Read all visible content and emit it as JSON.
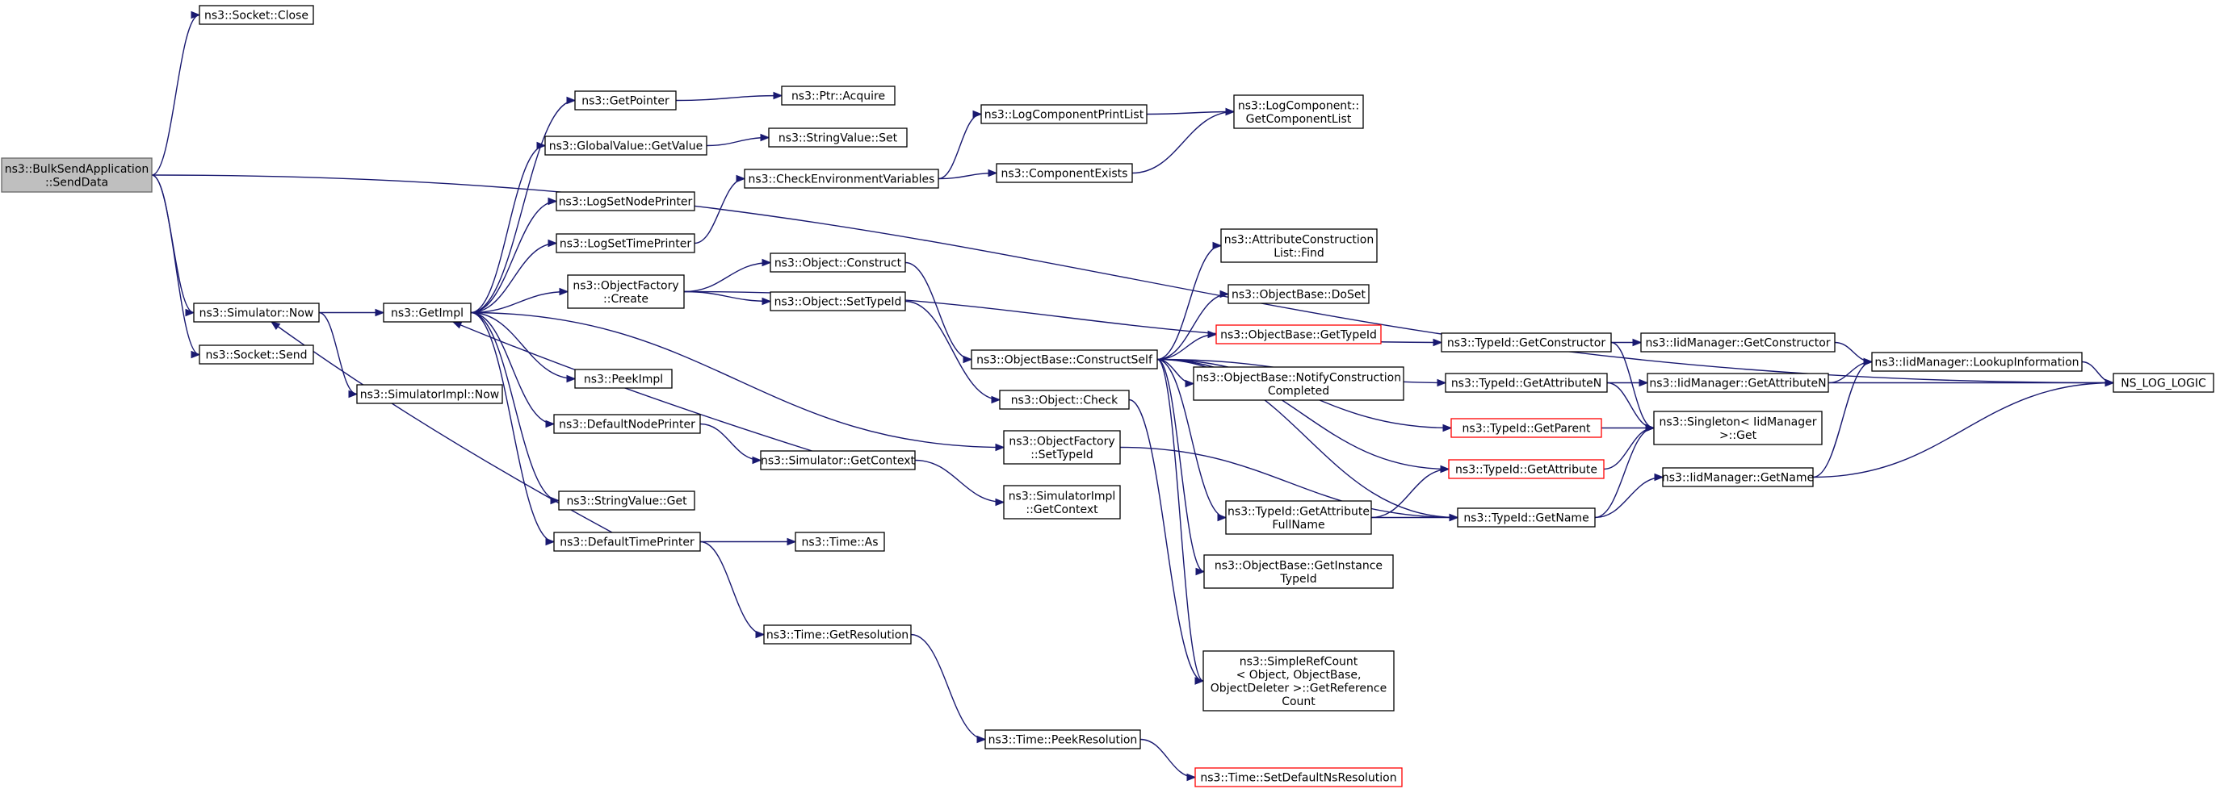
{
  "colors": {
    "edge": "#191970",
    "node_border": "#000000",
    "root_fill": "#bfbfbf",
    "root_border": "#666666",
    "truncated_border": "#ff0000",
    "background": "#ffffff"
  },
  "nodes": [
    {
      "id": "sendData",
      "lines": [
        "ns3::BulkSendApplication",
        "::SendData"
      ]
    },
    {
      "id": "socketClose",
      "lines": [
        "ns3::Socket::Close"
      ]
    },
    {
      "id": "simNow",
      "lines": [
        "ns3::Simulator::Now"
      ]
    },
    {
      "id": "socketSend",
      "lines": [
        "ns3::Socket::Send"
      ]
    },
    {
      "id": "getImpl",
      "lines": [
        "ns3::GetImpl"
      ]
    },
    {
      "id": "simImplNow",
      "lines": [
        "ns3::SimulatorImpl::Now"
      ]
    },
    {
      "id": "getPointer",
      "lines": [
        "ns3::GetPointer"
      ]
    },
    {
      "id": "globalValueGetValue",
      "lines": [
        "ns3::GlobalValue::GetValue"
      ]
    },
    {
      "id": "logSetNodePrinter",
      "lines": [
        "ns3::LogSetNodePrinter"
      ]
    },
    {
      "id": "logSetTimePrinter",
      "lines": [
        "ns3::LogSetTimePrinter"
      ]
    },
    {
      "id": "objectFactoryCreate",
      "lines": [
        "ns3::ObjectFactory",
        "::Create"
      ]
    },
    {
      "id": "peekImpl",
      "lines": [
        "ns3::PeekImpl"
      ]
    },
    {
      "id": "defaultNodePrinter",
      "lines": [
        "ns3::DefaultNodePrinter"
      ]
    },
    {
      "id": "stringValueGet",
      "lines": [
        "ns3::StringValue::Get"
      ]
    },
    {
      "id": "defaultTimePrinter",
      "lines": [
        "ns3::DefaultTimePrinter"
      ]
    },
    {
      "id": "ptrAcquire",
      "lines": [
        "ns3::Ptr::Acquire"
      ]
    },
    {
      "id": "stringValueSet",
      "lines": [
        "ns3::StringValue::Set"
      ]
    },
    {
      "id": "checkEnvVars",
      "lines": [
        "ns3::CheckEnvironmentVariables"
      ]
    },
    {
      "id": "objectConstruct",
      "lines": [
        "ns3::Object::Construct"
      ]
    },
    {
      "id": "objectSetTypeId",
      "lines": [
        "ns3::Object::SetTypeId"
      ]
    },
    {
      "id": "simGetContext",
      "lines": [
        "ns3::Simulator::GetContext"
      ]
    },
    {
      "id": "timeAs",
      "lines": [
        "ns3::Time::As"
      ]
    },
    {
      "id": "timeGetResolution",
      "lines": [
        "ns3::Time::GetResolution"
      ]
    },
    {
      "id": "timePeekResolution",
      "lines": [
        "ns3::Time::PeekResolution"
      ]
    },
    {
      "id": "logComponentPrintList",
      "lines": [
        "ns3::LogComponentPrintList"
      ]
    },
    {
      "id": "componentExists",
      "lines": [
        "ns3::ComponentExists"
      ]
    },
    {
      "id": "objectBaseConstructSelf",
      "lines": [
        "ns3::ObjectBase::ConstructSelf"
      ]
    },
    {
      "id": "objectCheck",
      "lines": [
        "ns3::Object::Check"
      ]
    },
    {
      "id": "objectFactorySetTypeId",
      "lines": [
        "ns3::ObjectFactory",
        "::SetTypeId"
      ]
    },
    {
      "id": "simImplGetContext",
      "lines": [
        "ns3::SimulatorImpl",
        "::GetContext"
      ]
    },
    {
      "id": "logComponentGetComponentList",
      "lines": [
        "ns3::LogComponent::",
        "GetComponentList"
      ]
    },
    {
      "id": "attrConstructionListFind",
      "lines": [
        "ns3::AttributeConstruction",
        "List::Find"
      ]
    },
    {
      "id": "objectBaseDoSet",
      "lines": [
        "ns3::ObjectBase::DoSet"
      ]
    },
    {
      "id": "objectBaseGetTypeId",
      "lines": [
        "ns3::ObjectBase::GetTypeId"
      ],
      "truncated": true
    },
    {
      "id": "objectBaseNotifyConstructionCompleted",
      "lines": [
        "ns3::ObjectBase::NotifyConstruction",
        "Completed"
      ]
    },
    {
      "id": "typeIdGetAttributeFullName",
      "lines": [
        "ns3::TypeId::GetAttribute",
        "FullName"
      ]
    },
    {
      "id": "objectBaseGetInstanceTypeId",
      "lines": [
        "ns3::ObjectBase::GetInstance",
        "TypeId"
      ]
    },
    {
      "id": "simpleRefCountGetReferenceCount",
      "lines": [
        "ns3::SimpleRefCount",
        "< Object, ObjectBase,",
        "ObjectDeleter >::GetReference",
        "Count"
      ]
    },
    {
      "id": "timeSetDefaultNsResolution",
      "lines": [
        "ns3::Time::SetDefaultNsResolution"
      ],
      "truncated": true
    },
    {
      "id": "typeIdGetConstructor",
      "lines": [
        "ns3::TypeId::GetConstructor"
      ]
    },
    {
      "id": "typeIdGetAttributeN",
      "lines": [
        "ns3::TypeId::GetAttributeN"
      ]
    },
    {
      "id": "typeIdGetParent",
      "lines": [
        "ns3::TypeId::GetParent"
      ],
      "truncated": true
    },
    {
      "id": "typeIdGetAttribute",
      "lines": [
        "ns3::TypeId::GetAttribute"
      ],
      "truncated": true
    },
    {
      "id": "typeIdGetName",
      "lines": [
        "ns3::TypeId::GetName"
      ]
    },
    {
      "id": "iidManagerGetConstructor",
      "lines": [
        "ns3::IidManager::GetConstructor"
      ]
    },
    {
      "id": "iidManagerGetAttributeN",
      "lines": [
        "ns3::IidManager::GetAttributeN"
      ]
    },
    {
      "id": "singletonIidManagerGet",
      "lines": [
        "ns3::Singleton< IidManager",
        ">::Get"
      ]
    },
    {
      "id": "iidManagerGetName",
      "lines": [
        "ns3::IidManager::GetName"
      ]
    },
    {
      "id": "iidManagerLookupInformation",
      "lines": [
        "ns3::IidManager::LookupInformation"
      ]
    },
    {
      "id": "nsLogLogic",
      "lines": [
        "NS_LOG_LOGIC"
      ]
    }
  ],
  "edges": [
    [
      "sendData",
      "socketClose"
    ],
    [
      "sendData",
      "nsLogLogic"
    ],
    [
      "sendData",
      "simNow"
    ],
    [
      "sendData",
      "socketSend"
    ],
    [
      "simNow",
      "getImpl"
    ],
    [
      "simNow",
      "simImplNow"
    ],
    [
      "getImpl",
      "getPointer"
    ],
    [
      "getImpl",
      "globalValueGetValue"
    ],
    [
      "getImpl",
      "logSetNodePrinter"
    ],
    [
      "getImpl",
      "logSetTimePrinter"
    ],
    [
      "getImpl",
      "objectFactoryCreate"
    ],
    [
      "getImpl",
      "peekImpl"
    ],
    [
      "getImpl",
      "defaultNodePrinter"
    ],
    [
      "getImpl",
      "stringValueGet"
    ],
    [
      "getImpl",
      "defaultTimePrinter"
    ],
    [
      "getImpl",
      "objectFactorySetTypeId"
    ],
    [
      "getPointer",
      "ptrAcquire"
    ],
    [
      "globalValueGetValue",
      "stringValueSet"
    ],
    [
      "logSetTimePrinter",
      "checkEnvVars"
    ],
    [
      "checkEnvVars",
      "logComponentPrintList"
    ],
    [
      "checkEnvVars",
      "componentExists"
    ],
    [
      "logComponentPrintList",
      "logComponentGetComponentList"
    ],
    [
      "componentExists",
      "logComponentGetComponentList"
    ],
    [
      "objectFactoryCreate",
      "objectConstruct"
    ],
    [
      "objectFactoryCreate",
      "objectSetTypeId"
    ],
    [
      "objectFactoryCreate",
      "typeIdGetConstructor"
    ],
    [
      "objectConstruct",
      "objectBaseConstructSelf"
    ],
    [
      "objectSetTypeId",
      "objectCheck"
    ],
    [
      "objectCheck",
      "simpleRefCountGetReferenceCount"
    ],
    [
      "objectBaseConstructSelf",
      "attrConstructionListFind"
    ],
    [
      "objectBaseConstructSelf",
      "objectBaseDoSet"
    ],
    [
      "objectBaseConstructSelf",
      "objectBaseGetTypeId"
    ],
    [
      "objectBaseConstructSelf",
      "objectBaseNotifyConstructionCompleted"
    ],
    [
      "objectBaseConstructSelf",
      "typeIdGetAttributeFullName"
    ],
    [
      "objectBaseConstructSelf",
      "objectBaseGetInstanceTypeId"
    ],
    [
      "objectBaseConstructSelf",
      "typeIdGetAttributeN"
    ],
    [
      "objectBaseConstructSelf",
      "typeIdGetParent"
    ],
    [
      "objectBaseConstructSelf",
      "typeIdGetAttribute"
    ],
    [
      "objectBaseConstructSelf",
      "typeIdGetName"
    ],
    [
      "objectBaseConstructSelf",
      "simpleRefCountGetReferenceCount"
    ],
    [
      "defaultNodePrinter",
      "simGetContext"
    ],
    [
      "simGetContext",
      "getImpl"
    ],
    [
      "simGetContext",
      "simImplGetContext"
    ],
    [
      "defaultTimePrinter",
      "simNow"
    ],
    [
      "defaultTimePrinter",
      "timeAs"
    ],
    [
      "defaultTimePrinter",
      "timeGetResolution"
    ],
    [
      "timeGetResolution",
      "timePeekResolution"
    ],
    [
      "timePeekResolution",
      "timeSetDefaultNsResolution"
    ],
    [
      "objectFactorySetTypeId",
      "typeIdGetName"
    ],
    [
      "typeIdGetAttributeFullName",
      "typeIdGetAttribute"
    ],
    [
      "typeIdGetAttributeFullName",
      "typeIdGetName"
    ],
    [
      "typeIdGetConstructor",
      "iidManagerGetConstructor"
    ],
    [
      "typeIdGetConstructor",
      "singletonIidManagerGet"
    ],
    [
      "typeIdGetAttributeN",
      "iidManagerGetAttributeN"
    ],
    [
      "typeIdGetAttributeN",
      "singletonIidManagerGet"
    ],
    [
      "typeIdGetParent",
      "singletonIidManagerGet"
    ],
    [
      "typeIdGetAttribute",
      "singletonIidManagerGet"
    ],
    [
      "typeIdGetName",
      "iidManagerGetName"
    ],
    [
      "typeIdGetName",
      "singletonIidManagerGet"
    ],
    [
      "iidManagerGetConstructor",
      "iidManagerLookupInformation"
    ],
    [
      "iidManagerGetAttributeN",
      "iidManagerLookupInformation"
    ],
    [
      "iidManagerGetAttributeN",
      "nsLogLogic"
    ],
    [
      "iidManagerGetName",
      "iidManagerLookupInformation"
    ],
    [
      "iidManagerGetName",
      "nsLogLogic"
    ],
    [
      "iidManagerLookupInformation",
      "nsLogLogic"
    ]
  ]
}
